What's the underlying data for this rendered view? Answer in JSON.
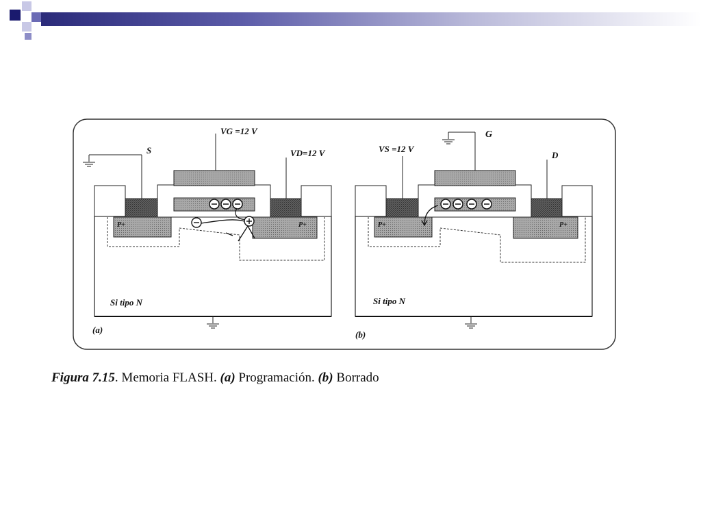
{
  "slide": {
    "template_colors": {
      "dark": "#1a1a6e",
      "mid": "#6b6bb5",
      "light": "#c8c8e6"
    }
  },
  "figure": {
    "panel_a": {
      "gate_label": "VG =12 V",
      "source_label": "S",
      "drain_label": "VD=12 V",
      "source_region": "P+",
      "drain_region": "P+",
      "substrate": "Si tipo N",
      "panel_tag": "(a)"
    },
    "panel_b": {
      "gate_label": "G",
      "source_label": "VS =12 V",
      "drain_label": "D",
      "source_region": "P+",
      "drain_region": "P+",
      "substrate": "Si tipo N",
      "panel_tag": "(b)"
    }
  },
  "caption": {
    "number": "Figura 7.15",
    "text": ". Memoria FLASH. ",
    "a_tag": "(a)",
    "a_text": " Programación. ",
    "b_tag": "(b)",
    "b_text": " Borrado"
  }
}
